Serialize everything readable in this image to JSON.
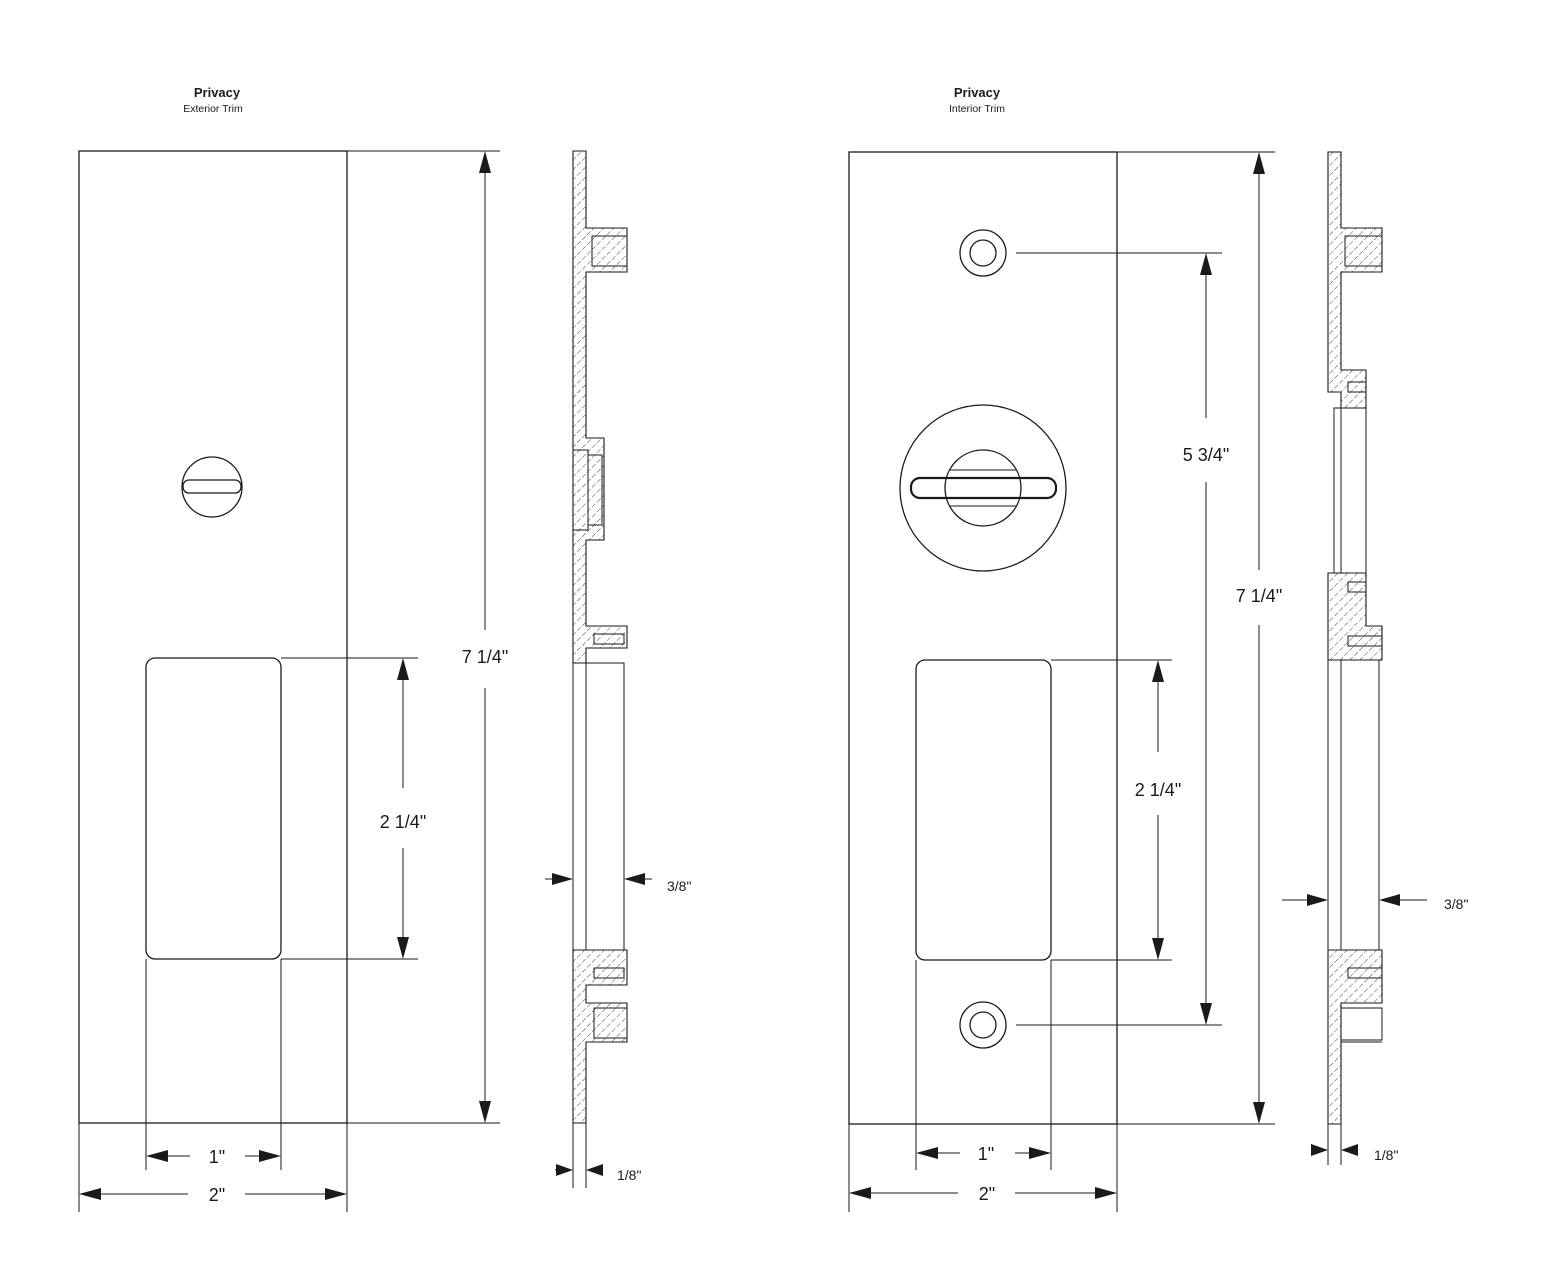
{
  "exterior": {
    "title": "Privacy",
    "subtitle": "Exterior Trim",
    "height_dim": "7 1/4\"",
    "recess_height_dim": "2 1/4\"",
    "recess_width_dim": "1\"",
    "plate_width_dim": "2\"",
    "depth_dim": "3/8\"",
    "thickness_dim": "1/8\""
  },
  "interior": {
    "title": "Privacy",
    "subtitle": "Interior Trim",
    "height_dim": "7 1/4\"",
    "screw_spacing_dim": "5 3/4\"",
    "recess_height_dim": "2 1/4\"",
    "recess_width_dim": "1\"",
    "plate_width_dim": "2\"",
    "depth_dim": "3/8\"",
    "thickness_dim": "1/8\""
  }
}
